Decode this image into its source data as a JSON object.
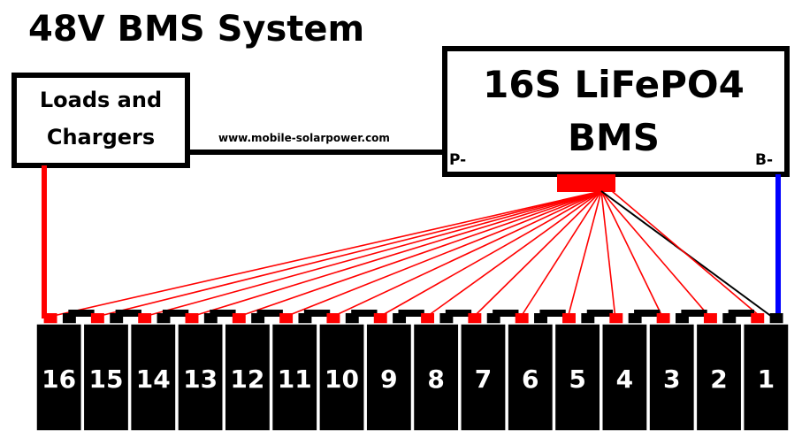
{
  "title": "48V BMS System",
  "loads_box": {
    "line1": "Loads and",
    "line2": "Chargers"
  },
  "bms_box": {
    "line1": "16S LiFePO4",
    "line2": "BMS",
    "p_minus": "P-",
    "b_minus": "B-"
  },
  "website": "www.mobile-solarpower.com",
  "cells": [
    "16",
    "15",
    "14",
    "13",
    "12",
    "11",
    "10",
    "9",
    "8",
    "7",
    "6",
    "5",
    "4",
    "3",
    "2",
    "1"
  ],
  "colors": {
    "positive_wire": "#ff0000",
    "negative_wire": "#0000ff",
    "balance_wire": "#ff0000",
    "cell_body": "#000000",
    "terminal_positive": "#ff0000",
    "terminal_negative": "#000000"
  }
}
